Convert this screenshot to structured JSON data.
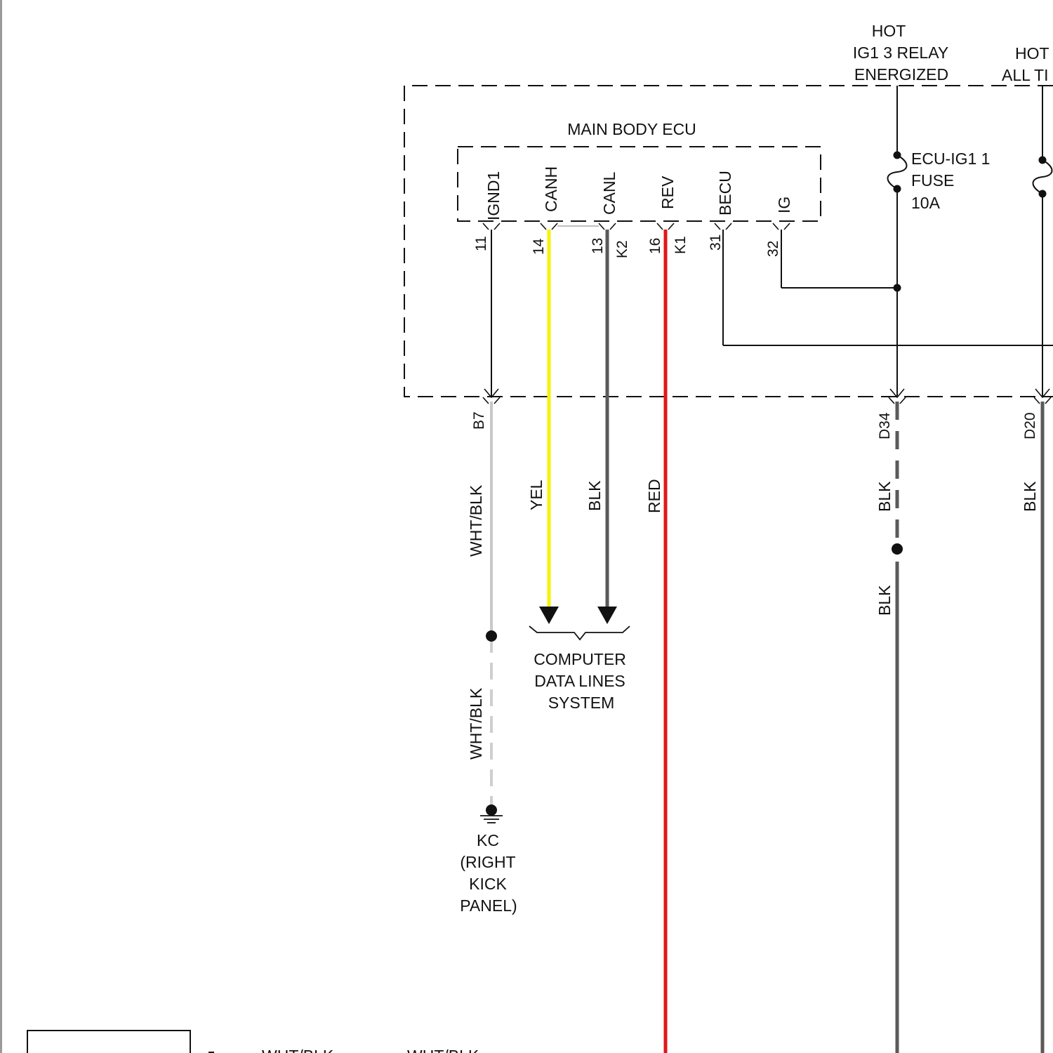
{
  "power_sources": {
    "ig1": {
      "line1": "HOT",
      "line2": "IG1 3 RELAY",
      "line3": "ENERGIZED"
    },
    "all_times": {
      "line1": "HOT",
      "line2": "ALL TI"
    }
  },
  "main_body_ecu": {
    "label": "MAIN BODY ECU",
    "terminals": [
      {
        "name": "IGND1",
        "pin": "11",
        "connector": ""
      },
      {
        "name": "CANH",
        "pin": "14",
        "connector": ""
      },
      {
        "name": "CANL",
        "pin": "13",
        "connector": "K2"
      },
      {
        "name": "REV",
        "pin": "16",
        "connector": "K1"
      },
      {
        "name": "BECU",
        "pin": "31",
        "connector": ""
      },
      {
        "name": "IG",
        "pin": "32",
        "connector": ""
      }
    ]
  },
  "fuse": {
    "line1": "ECU-IG1 1",
    "line2": "FUSE",
    "line3": "10A"
  },
  "connectors": {
    "b7": "B7",
    "d34": "D34",
    "d20": "D20"
  },
  "wires": {
    "wht_blk": "WHT/BLK",
    "yel": "YEL",
    "blk": "BLK",
    "red": "RED",
    "d34_upper": "BLK",
    "d34_lower": "BLK",
    "d20": "BLK",
    "wht_blk_lower": "WHT/BLK",
    "bottom_1": "WHT/BLK",
    "bottom_2": "WHT/BLK"
  },
  "data_lines": {
    "line1": "COMPUTER",
    "line2": "DATA LINES",
    "line3": "SYSTEM"
  },
  "ground": {
    "line1": "KC",
    "line2": "(RIGHT",
    "line3": "KICK",
    "line4": "PANEL)"
  },
  "colors": {
    "yellow_wire": "#f4f400",
    "red_wire": "#e01818",
    "black_wire": "#5a5a5a",
    "white_wire": "#c8c8c8",
    "line": "#111111"
  }
}
